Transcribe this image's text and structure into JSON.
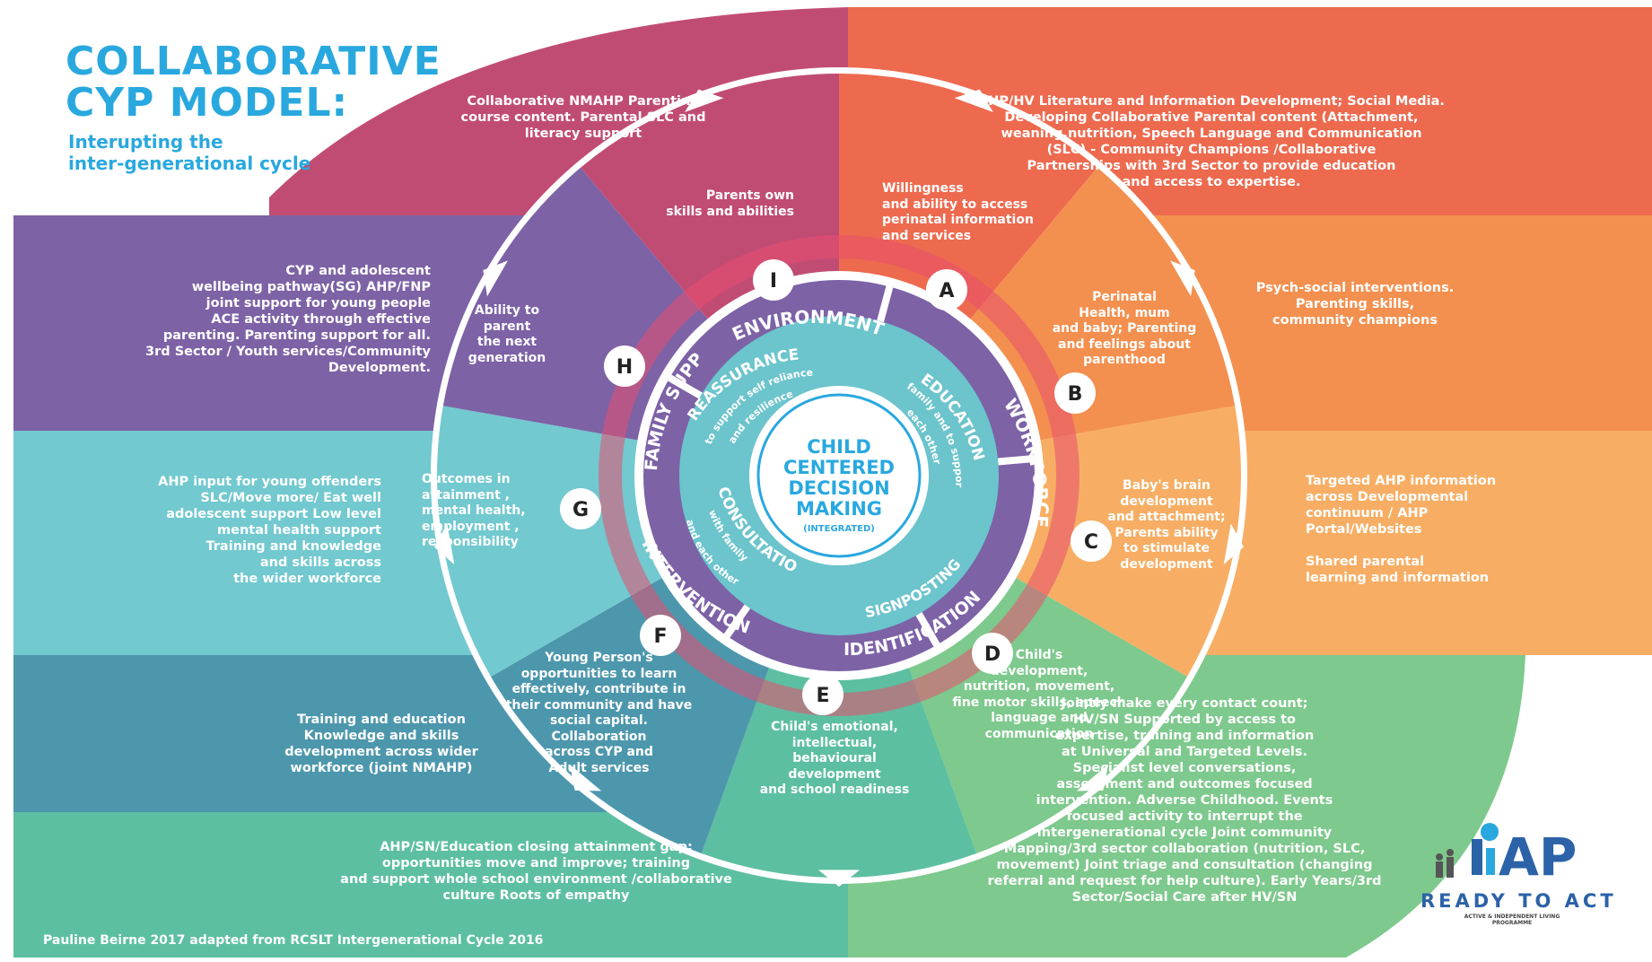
{
  "title": {
    "line1": "COLLABORATIVE",
    "line2": "CYP MODEL:",
    "subtitle1": "Interupting the",
    "subtitle2": "inter-generational cycle"
  },
  "colors": {
    "I": "#c14c73",
    "A": "#ed6a4f",
    "B": "#f3904f",
    "C": "#f7ae64",
    "D": "#7ec98d",
    "E": "#5dbfa1",
    "F": "#4d97ad",
    "G": "#72c9cf",
    "H": "#7d62a6",
    "inner_ring": "#7d62a6",
    "inner_disc": "#6cc4cc",
    "center_text": "#29a8df"
  },
  "letters": [
    "I",
    "A",
    "B",
    "C",
    "D",
    "E",
    "F",
    "G",
    "H"
  ],
  "outer_texts": {
    "I": [
      "Collaborative NMAHP Parenting",
      "course content. Parental SLC and",
      "literacy support"
    ],
    "A": [
      "AHP/HV Literature and Information Development; Social Media.",
      "Developing Collaborative Parental content (Attachment,",
      "weaning,nutrition, Speech Language and Communication",
      "(SLC) - Community Champions /Collaborative",
      "Partnerships with 3rd Sector to provide education",
      "and access to expertise."
    ],
    "B": [
      "Psych-social interventions.",
      "Parenting skills,",
      "community champions"
    ],
    "C": [
      "Targeted AHP information",
      "across Developmental",
      "continuum / AHP",
      "Portal/Websites",
      "",
      "Shared parental",
      "learning and information"
    ],
    "D": [
      "Jointly make every contact count;",
      "HV/SN Supported by access to",
      "expertise, training and information",
      "at Universal and Targeted Levels.",
      "Specialist level conversations,",
      "assessment and outcomes focused",
      "intervention. Adverse Childhood. Events",
      "focused activity to interrupt the",
      "intergenerational cycle Joint community",
      "Mapping/3rd sector collaboration (nutrition, SLC,",
      "movement) Joint triage and consultation (changing",
      "referral and request for help culture). Early Years/3rd",
      "Sector/Social Care after HV/SN"
    ],
    "E": [
      "AHP/SN/Education closing attainment gap;",
      "opportunities move and improve; training",
      "and support whole school environment /collaborative",
      "culture Roots of empathy"
    ],
    "F": [
      "Training and education",
      "Knowledge and skills",
      "development across wider",
      "workforce (joint NMAHP)"
    ],
    "G": [
      "AHP input for young offenders",
      "SLC/Move more/ Eat well",
      "adolescent support Low level",
      "mental health support",
      "Training and knowledge",
      "and skills across",
      "the wider workforce"
    ],
    "H": [
      "CYP and adolescent",
      "wellbeing pathway(SG) AHP/FNP",
      "joint support for young people",
      "ACE activity through effective",
      "parenting. Parenting support for all.",
      "3rd Sector / Youth services/Community",
      "Development."
    ]
  },
  "inner_texts": {
    "I": [
      "Parents own",
      "skills and abilities"
    ],
    "A": [
      "Willingness",
      "and ability to access",
      "perinatal information",
      "and services"
    ],
    "B": [
      "Perinatal",
      "Health, mum",
      "and baby; Parenting",
      "and feelings about",
      "parenthood"
    ],
    "C": [
      "Baby's brain",
      "development",
      "and attachment;",
      "Parents ability",
      "to stimulate",
      "development"
    ],
    "D": [
      "Child's",
      "development,",
      "nutrition, movement,",
      "fine motor skills, speech",
      "language and",
      "communication"
    ],
    "E": [
      "Child's emotional,",
      "intellectual,",
      "behavioural",
      "development",
      "and school readiness"
    ],
    "F": [
      "Young Person's",
      "opportunities to learn",
      "effectively, contribute in",
      "their community and have",
      "social capital.",
      "Collaboration",
      "across CYP and",
      "Adult services"
    ],
    "G": [
      "Outcomes in",
      "attainment ,",
      "mental health,",
      "employment ,",
      "responsibility"
    ],
    "H": [
      "Ability to",
      "parent",
      "the next",
      "generation"
    ]
  },
  "ring_labels": {
    "environment": "ENVIRONMENT",
    "workforce": "WORKFORCE",
    "identification": "IDENTIFICATION",
    "intervention": "INTERVENTION",
    "family_support": "FAMILY SUPPORT",
    "signposting": "SIGNPOSTING",
    "reassurance": "REASSURANCE",
    "reassurance_sub1": "to support self reliance",
    "reassurance_sub2": "and resilience",
    "education": "EDUCATION",
    "education_sub1": "family and to support",
    "education_sub2": "each other",
    "consultation": "CONSULTATION",
    "consultation_sub1": "with family",
    "consultation_sub2": "and each other"
  },
  "center": {
    "line1": "CHILD",
    "line2": "CENTERED",
    "line3": "DECISION",
    "line4": "MAKING",
    "line5": "(INTEGRATED)"
  },
  "credit": "Pauline Beirne 2017 adapted from RCSLT Intergenerational Cycle 2016",
  "logo": {
    "mark": "AP",
    "name": "READY TO ACT",
    "sub": "ACTIVE & INDEPENDENT LIVING PROGRAMME"
  }
}
